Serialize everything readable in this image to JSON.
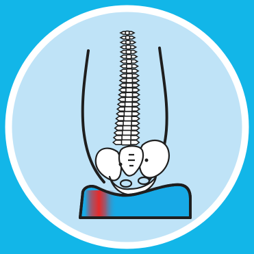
{
  "illustration": {
    "subject": "spine-pelvis-on-cushion",
    "icons": [
      "spine-icon",
      "pelvis-icon",
      "torso-outline-icon",
      "seat-cushion-icon",
      "pressure-point-icon"
    ]
  },
  "colors": {
    "background": "#12B6E8",
    "ring": "#FFFFFF",
    "circle_fill": "#BFE3F7",
    "outline": "#1E1E1E",
    "bone_fill": "#FFFFFF",
    "cushion_top": "#1A97D3",
    "cushion_body": "#17A9E6",
    "pressure_red": "#E62A2A"
  },
  "pressure": {
    "side": "left",
    "intensity": 1
  }
}
